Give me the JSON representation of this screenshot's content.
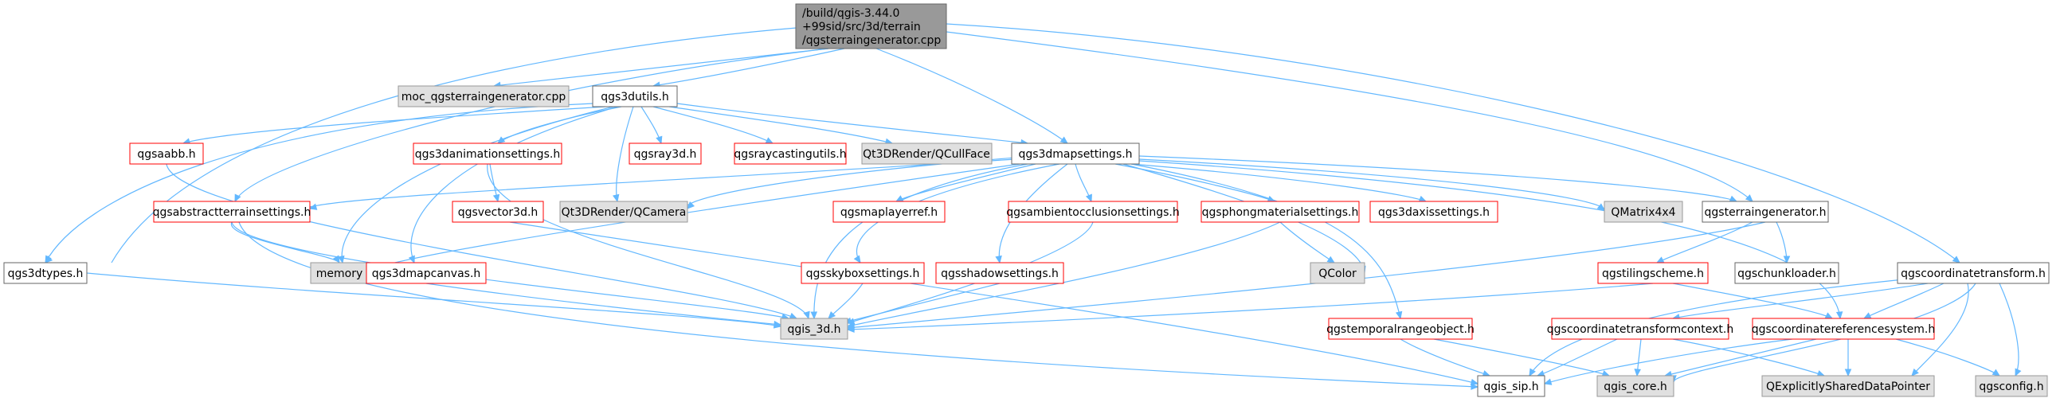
{
  "colors": {
    "edge": "#63b8ff",
    "root_fill": "#999999",
    "gray_fill": "#e0e0e0",
    "red_border": "#ff0000",
    "plain_border": "#666666"
  },
  "nodes": {
    "root": {
      "lines": [
        "/build/qgis-3.44.0",
        "+99sid/src/3d/terrain",
        "/qgsterraingenerator.cpp"
      ]
    },
    "moc": {
      "label": "moc_qgsterraingenerator.cpp"
    },
    "qgs3dutils": {
      "label": "qgs3dutils.h"
    },
    "qgsaabb": {
      "label": "qgsaabb.h"
    },
    "qgs3danimationsettings": {
      "label": "qgs3danimationsettings.h"
    },
    "qgsray3d": {
      "label": "qgsray3d.h"
    },
    "qgsraycastingutils": {
      "label": "qgsraycastingutils.h"
    },
    "qcullface": {
      "label": "Qt3DRender/QCullFace"
    },
    "qgs3dmapsettings": {
      "label": "qgs3dmapsettings.h"
    },
    "qgsabstractterrainsettings": {
      "label": "qgsabstractterrainsettings.h"
    },
    "qgsvector3d": {
      "label": "qgsvector3d.h"
    },
    "qcamera": {
      "label": "Qt3DRender/QCamera"
    },
    "qgsmaplayerref": {
      "label": "qgsmaplayerref.h"
    },
    "qgsambientocclusionsettings": {
      "label": "qgsambientocclusionsettings.h"
    },
    "qgsphongmaterialsettings": {
      "label": "qgsphongmaterialsettings.h"
    },
    "qgs3daxissettings": {
      "label": "qgs3daxissettings.h"
    },
    "qmatrix4x4": {
      "label": "QMatrix4x4"
    },
    "qgsterraingenerator": {
      "label": "qgsterraingenerator.h"
    },
    "qgs3dtypes": {
      "label": "qgs3dtypes.h"
    },
    "memory": {
      "label": "memory"
    },
    "qgs3dmapcanvas": {
      "label": "qgs3dmapcanvas.h"
    },
    "qgsskyboxsettings": {
      "label": "qgsskyboxsettings.h"
    },
    "qgsshadowsettings": {
      "label": "qgsshadowsettings.h"
    },
    "qcolor": {
      "label": "QColor"
    },
    "qgstilingscheme": {
      "label": "qgstilingscheme.h"
    },
    "qgschunkloader": {
      "label": "qgschunkloader.h"
    },
    "qgscoordinatetransform": {
      "label": "qgscoordinatetransform.h"
    },
    "qgis3d": {
      "label": "qgis_3d.h"
    },
    "qgstemporalrangeobject": {
      "label": "qgstemporalrangeobject.h"
    },
    "qgscoordinatetransformcontext": {
      "label": "qgscoordinatetransformcontext.h"
    },
    "qgscoordinatereferencesystem": {
      "label": "qgscoordinatereferencesystem.h"
    },
    "qgissip": {
      "label": "qgis_sip.h"
    },
    "qgiscore": {
      "label": "qgis_core.h"
    },
    "qexplicitly": {
      "label": "QExplicitlySharedDataPointer"
    },
    "qgsconfig": {
      "label": "qgsconfig.h"
    }
  }
}
